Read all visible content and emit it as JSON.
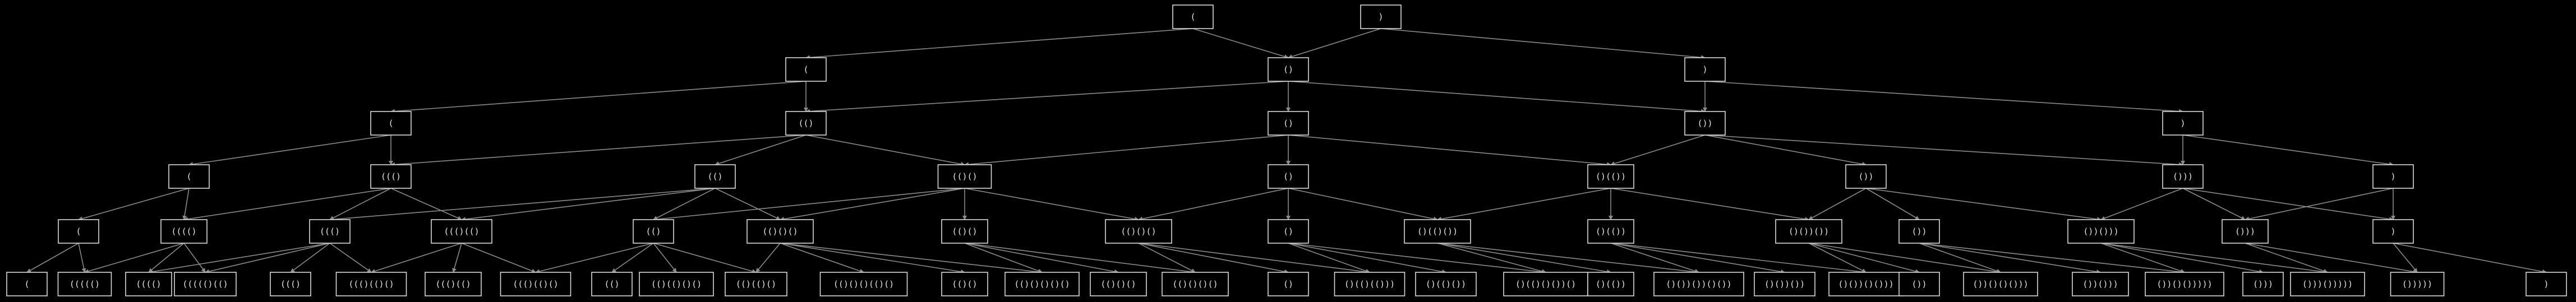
{
  "diagram": {
    "background": "#000000",
    "node_stroke": "#d9d9d9",
    "edge_color": "#8a8a8a",
    "text_color": "#e6e6e6",
    "nodes": [
      {
        "id": "r0a",
        "label": "("
      },
      {
        "id": "r0b",
        "label": ")"
      },
      {
        "id": "r1a",
        "label": "("
      },
      {
        "id": "r1b",
        "label": "()"
      },
      {
        "id": "r1c",
        "label": ")"
      },
      {
        "id": "r2a",
        "label": "("
      },
      {
        "id": "r2b",
        "label": "(()"
      },
      {
        "id": "r2c",
        "label": "()"
      },
      {
        "id": "r2d",
        "label": "())"
      },
      {
        "id": "r2e",
        "label": ")"
      },
      {
        "id": "r3a",
        "label": "("
      },
      {
        "id": "r3b",
        "label": "((()"
      },
      {
        "id": "r3c",
        "label": "(()"
      },
      {
        "id": "r3d",
        "label": "(()()"
      },
      {
        "id": "r3e",
        "label": "()"
      },
      {
        "id": "r3f",
        "label": "()(())"
      },
      {
        "id": "r3g",
        "label": "())"
      },
      {
        "id": "r3h",
        "label": "()))"
      },
      {
        "id": "r3i",
        "label": ")"
      },
      {
        "id": "r4a",
        "label": "("
      },
      {
        "id": "r4b",
        "label": "(((()"
      },
      {
        "id": "r4c",
        "label": "((()"
      },
      {
        "id": "r4d",
        "label": "((()(()"
      },
      {
        "id": "r4e",
        "label": "(()"
      },
      {
        "id": "r4f",
        "label": "(()()()"
      },
      {
        "id": "r4g",
        "label": "(()()"
      },
      {
        "id": "r4h",
        "label": "(()()()"
      },
      {
        "id": "r4i",
        "label": "()"
      },
      {
        "id": "r4j",
        "label": "()(()())"
      },
      {
        "id": "r4k",
        "label": "()(())"
      },
      {
        "id": "r4l",
        "label": "()())())"
      },
      {
        "id": "r4m",
        "label": "())"
      },
      {
        "id": "r4n",
        "label": "())()))"
      },
      {
        "id": "r4o",
        "label": "()))"
      },
      {
        "id": "r4p",
        "label": ")"
      },
      {
        "id": "r5a",
        "label": "("
      },
      {
        "id": "r5b",
        "label": "((((()"
      },
      {
        "id": "r5c",
        "label": "(((()"
      },
      {
        "id": "r5d",
        "label": "((((()(()"
      },
      {
        "id": "r5e",
        "label": "((()"
      },
      {
        "id": "r5f",
        "label": "((()(()()"
      },
      {
        "id": "r5g",
        "label": "((()(()"
      },
      {
        "id": "r5h",
        "label": "((()(()()"
      },
      {
        "id": "r5i",
        "label": "(()"
      },
      {
        "id": "r5j",
        "label": "(()(()()()"
      },
      {
        "id": "r5k",
        "label": "(()(()()"
      },
      {
        "id": "r5l",
        "label": "(()()()(()()"
      },
      {
        "id": "r5m",
        "label": "(()()"
      },
      {
        "id": "r5n",
        "label": "(()()()()()"
      },
      {
        "id": "r5o",
        "label": "(()()()"
      },
      {
        "id": "r5p",
        "label": "(()()()()"
      },
      {
        "id": "r5q",
        "label": "()"
      },
      {
        "id": "r5r",
        "label": "()(()(()))"
      },
      {
        "id": "r5s",
        "label": "()(()())"
      },
      {
        "id": "r5t",
        "label": "()(()()())()"
      },
      {
        "id": "r5u",
        "label": "()(())"
      },
      {
        "id": "r5v",
        "label": "()())())()())"
      },
      {
        "id": "r5w",
        "label": "()())())"
      },
      {
        "id": "r5x",
        "label": "()())()()))"
      },
      {
        "id": "r5y",
        "label": "())"
      },
      {
        "id": "r5z",
        "label": "())()()()))"
      },
      {
        "id": "r5aa",
        "label": "())()))"
      },
      {
        "id": "r5ab",
        "label": "())()()))))"
      },
      {
        "id": "r5ac",
        "label": "()))"
      },
      {
        "id": "r5ad",
        "label": "()))()))))"
      },
      {
        "id": "r5ae",
        "label": "()))))"
      },
      {
        "id": "r5af",
        "label": ")"
      }
    ],
    "edges": [
      [
        "r0a",
        "r1a"
      ],
      [
        "r0a",
        "r1b"
      ],
      [
        "r0b",
        "r1b"
      ],
      [
        "r0b",
        "r1c"
      ],
      [
        "r1a",
        "r2a"
      ],
      [
        "r1a",
        "r2b"
      ],
      [
        "r1b",
        "r2b"
      ],
      [
        "r1b",
        "r2c"
      ],
      [
        "r1b",
        "r2d"
      ],
      [
        "r1c",
        "r2d"
      ],
      [
        "r1c",
        "r2e"
      ],
      [
        "r2a",
        "r3a"
      ],
      [
        "r2a",
        "r3b"
      ],
      [
        "r2b",
        "r3b"
      ],
      [
        "r2b",
        "r3c"
      ],
      [
        "r2b",
        "r3d"
      ],
      [
        "r2c",
        "r3d"
      ],
      [
        "r2c",
        "r3e"
      ],
      [
        "r2c",
        "r3f"
      ],
      [
        "r2d",
        "r3f"
      ],
      [
        "r2d",
        "r3g"
      ],
      [
        "r2d",
        "r3h"
      ],
      [
        "r2e",
        "r3h"
      ],
      [
        "r2e",
        "r3i"
      ],
      [
        "r3a",
        "r4a"
      ],
      [
        "r3a",
        "r4b"
      ],
      [
        "r3b",
        "r4b"
      ],
      [
        "r3b",
        "r4c"
      ],
      [
        "r3b",
        "r4d"
      ],
      [
        "r3c",
        "r4c"
      ],
      [
        "r3c",
        "r4d"
      ],
      [
        "r3c",
        "r4e"
      ],
      [
        "r3c",
        "r4f"
      ],
      [
        "r3d",
        "r4e"
      ],
      [
        "r3d",
        "r4f"
      ],
      [
        "r3d",
        "r4g"
      ],
      [
        "r3d",
        "r4h"
      ],
      [
        "r3e",
        "r4h"
      ],
      [
        "r3e",
        "r4i"
      ],
      [
        "r3e",
        "r4j"
      ],
      [
        "r3f",
        "r4j"
      ],
      [
        "r3f",
        "r4k"
      ],
      [
        "r3f",
        "r4l"
      ],
      [
        "r3g",
        "r4l"
      ],
      [
        "r3g",
        "r4m"
      ],
      [
        "r3g",
        "r4n"
      ],
      [
        "r3h",
        "r4n"
      ],
      [
        "r3h",
        "r4o"
      ],
      [
        "r3h",
        "r4p"
      ],
      [
        "r3i",
        "r4o"
      ],
      [
        "r3i",
        "r4p"
      ],
      [
        "r4a",
        "r5a"
      ],
      [
        "r4a",
        "r5b"
      ],
      [
        "r4b",
        "r5b"
      ],
      [
        "r4b",
        "r5c"
      ],
      [
        "r4b",
        "r5d"
      ],
      [
        "r4c",
        "r5c"
      ],
      [
        "r4c",
        "r5d"
      ],
      [
        "r4c",
        "r5e"
      ],
      [
        "r4c",
        "r5f"
      ],
      [
        "r4d",
        "r5f"
      ],
      [
        "r4d",
        "r5g"
      ],
      [
        "r4d",
        "r5h"
      ],
      [
        "r4e",
        "r5h"
      ],
      [
        "r4e",
        "r5i"
      ],
      [
        "r4e",
        "r5j"
      ],
      [
        "r4e",
        "r5k"
      ],
      [
        "r4f",
        "r5k"
      ],
      [
        "r4f",
        "r5l"
      ],
      [
        "r4f",
        "r5m"
      ],
      [
        "r4f",
        "r5n"
      ],
      [
        "r4g",
        "r5n"
      ],
      [
        "r4g",
        "r5o"
      ],
      [
        "r4g",
        "r5p"
      ],
      [
        "r4h",
        "r5p"
      ],
      [
        "r4h",
        "r5q"
      ],
      [
        "r4h",
        "r5r"
      ],
      [
        "r4i",
        "r5r"
      ],
      [
        "r4i",
        "r5s"
      ],
      [
        "r4i",
        "r5t"
      ],
      [
        "r4j",
        "r5t"
      ],
      [
        "r4j",
        "r5u"
      ],
      [
        "r4j",
        "r5v"
      ],
      [
        "r4k",
        "r5v"
      ],
      [
        "r4k",
        "r5w"
      ],
      [
        "r4k",
        "r5x"
      ],
      [
        "r4l",
        "r5x"
      ],
      [
        "r4l",
        "r5y"
      ],
      [
        "r4l",
        "r5z"
      ],
      [
        "r4m",
        "r5z"
      ],
      [
        "r4m",
        "r5aa"
      ],
      [
        "r4m",
        "r5ab"
      ],
      [
        "r4n",
        "r5ab"
      ],
      [
        "r4n",
        "r5ac"
      ],
      [
        "r4n",
        "r5ad"
      ],
      [
        "r4o",
        "r5ad"
      ],
      [
        "r4o",
        "r5ae"
      ],
      [
        "r4p",
        "r5ae"
      ],
      [
        "r4p",
        "r5af"
      ]
    ]
  }
}
